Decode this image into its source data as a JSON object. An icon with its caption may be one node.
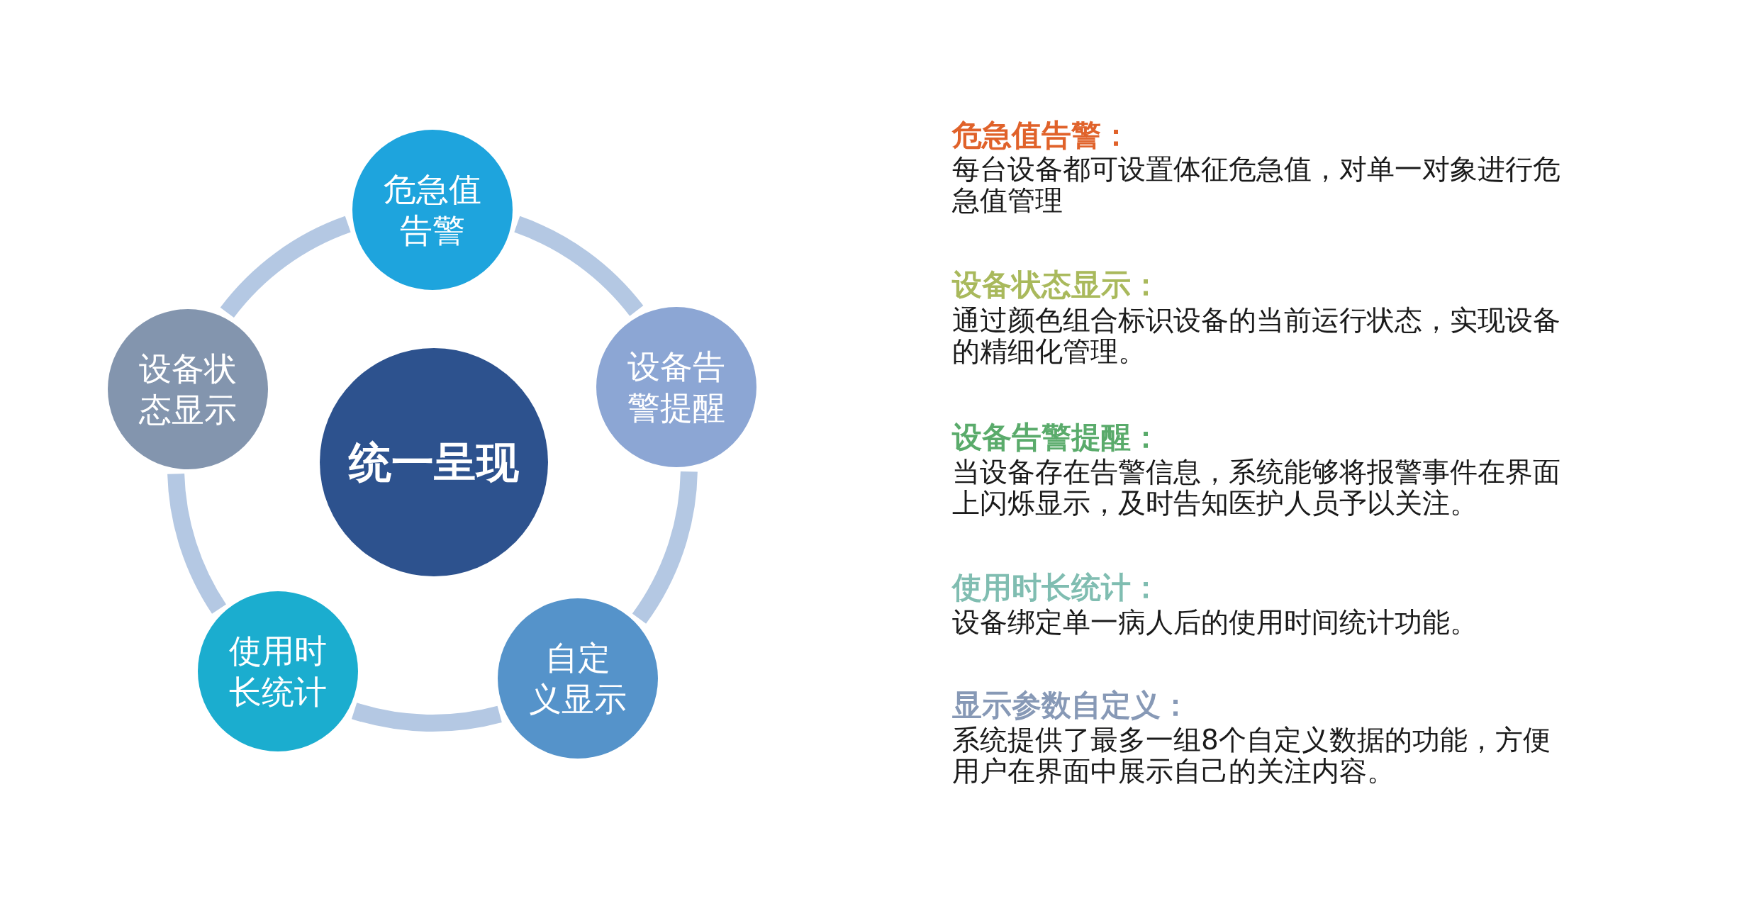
{
  "diagram": {
    "nodes": [
      {
        "text": [
          "危急值告警"
        ]
      },
      {
        "text": [
          "设备告警提醒"
        ]
      },
      {
        "text": [
          "自定义显示"
        ]
      },
      {
        "text": [
          "使用时长统计"
        ]
      },
      {
        "text": [
          "设备状态显示"
        ]
      },
      {
        "text": [
          "统一呈现"
        ]
      }
    ],
    "edges": [
      {
        "from": 0,
        "to": 1,
        "arrow": "none"
      },
      {
        "from": 1,
        "to": 2,
        "arrow": "none"
      },
      {
        "from": 2,
        "to": 3,
        "arrow": "none"
      },
      {
        "from": 3,
        "to": 4,
        "arrow": "none"
      },
      {
        "from": 4,
        "to": 0,
        "arrow": "none"
      }
    ],
    "labels": [
      "危急值告警：",
      "每台设备都可设置体征危急值，对单一对象进行危急值管理",
      "设备状态显示：",
      "通过颜色组合标识设备的当前运行状态，实现设备的精细化管理。",
      "设备告警提醒：",
      "当设备存在告警信息，系统能够将报警事件在界面上闪烁显示，及时告知医护人员予以关注。",
      "使用时长统计：",
      "设备绑定单一病人后的使用时间统计功能。",
      "显示参数自定义：",
      "系统提供了最多一组8个自定义数据的功能，方便用户在界面中展示自己的关注内容。"
    ]
  }
}
